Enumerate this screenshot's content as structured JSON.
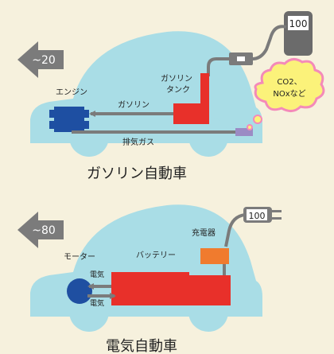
{
  "colors": {
    "background": "#f6f1dd",
    "car_body": "#a9dde6",
    "arrow_gray": "#7b7b7b",
    "engine_blue": "#1e4fa2",
    "tank_red": "#e8302a",
    "battery_red": "#e8302a",
    "charger_orange": "#f07b2e",
    "motor_blue": "#1f4fa1",
    "cloud_fill": "#fbf27a",
    "cloud_stroke": "#f48ab9",
    "exhaust_purple": "#9b8bc4",
    "pump_gray": "#6b6b6b"
  },
  "icons": [
    "left-arrow-icon",
    "fuel-pump-icon",
    "power-plug-icon",
    "exhaust-cloud-icon",
    "engine-icon",
    "motor-icon"
  ],
  "gasoline_car": {
    "title": "ガソリン自動車",
    "arrow_label": "~20",
    "engine_label": "エンジン",
    "tank_label_line1": "ガソリン",
    "tank_label_line2": "タンク",
    "flow_gasoline_label": "ガソリン",
    "exhaust_label": "排気ガス",
    "cloud_line1": "CO2、",
    "cloud_line2": "NOxなど",
    "pump_value": "100"
  },
  "electric_car": {
    "title": "電気自動車",
    "arrow_label": "~80",
    "motor_label": "モーター",
    "battery_label": "バッテリー",
    "charger_label": "充電器",
    "flow_top_label": "電気",
    "flow_bottom_label": "電気",
    "plug_value": "100"
  }
}
